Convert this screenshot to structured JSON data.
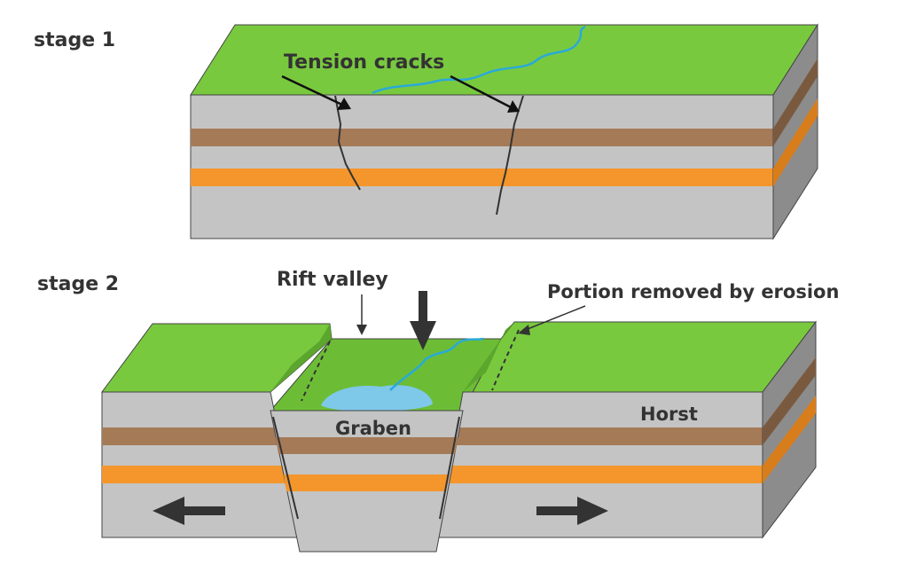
{
  "labels": {
    "stage1": "stage 1",
    "stage2": "stage 2",
    "tension_cracks": "Tension cracks",
    "rift_valley": "Rift valley",
    "portion_removed": "Portion removed by erosion",
    "graben": "Graben",
    "horst": "Horst"
  },
  "colors": {
    "surface": "#79c93f",
    "surface_dark": "#5ba62c",
    "rock": "#c4c4c4",
    "rock_side": "#8c8c8c",
    "brown_layer": "#a57a57",
    "orange_layer": "#f4962b",
    "water": "#7ec8ea",
    "river": "#29a9d9",
    "arrow": "#333333"
  }
}
